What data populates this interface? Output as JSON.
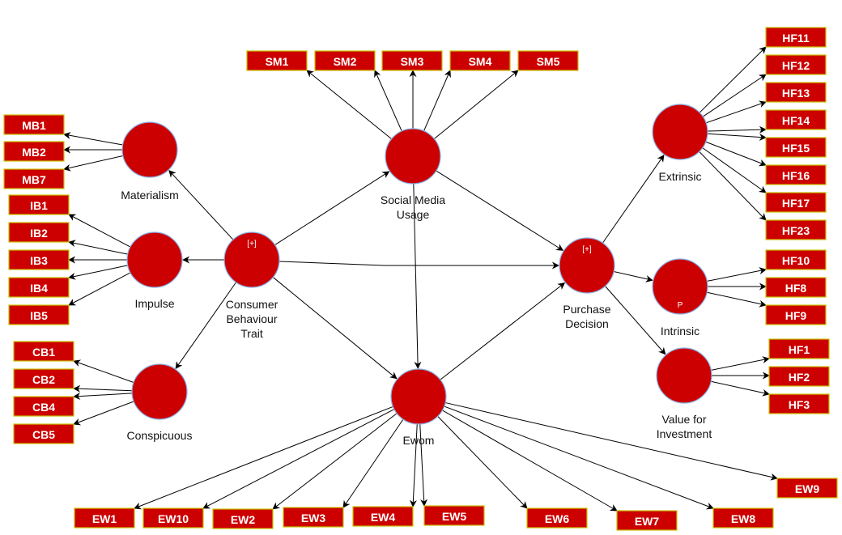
{
  "colors": {
    "node_fill": "#cc0000",
    "node_stroke": "#8ab4e8",
    "indicator_border": "#c8c000",
    "arrow": "#000000"
  },
  "constructs": [
    {
      "id": "materialism",
      "label": [
        "Materialism"
      ],
      "badge": "",
      "indicators": [
        "MB1",
        "MB2",
        "MB7"
      ]
    },
    {
      "id": "impulse",
      "label": [
        "Impulse"
      ],
      "badge": "",
      "indicators": [
        "IB1",
        "IB2",
        "IB3",
        "IB4",
        "IB5"
      ]
    },
    {
      "id": "conspicuous",
      "label": [
        "Conspicuous"
      ],
      "badge": "",
      "indicators": [
        "CB1",
        "CB2",
        "CB4",
        "CB5"
      ]
    },
    {
      "id": "cbt",
      "label": [
        "Consumer",
        "Behaviour",
        "Trait"
      ],
      "badge": "[+]",
      "indicators": []
    },
    {
      "id": "smu",
      "label": [
        "Social Media",
        "Usage"
      ],
      "badge": "",
      "indicators": [
        "SM1",
        "SM2",
        "SM3",
        "SM4",
        "SM5"
      ]
    },
    {
      "id": "ewom",
      "label": [
        "Ewom"
      ],
      "badge": "",
      "indicators": [
        "EW1",
        "EW10",
        "EW2",
        "EW3",
        "EW4",
        "EW5",
        "EW6",
        "EW7",
        "EW8",
        "EW9"
      ]
    },
    {
      "id": "pd",
      "label": [
        "Purchase",
        "Decision"
      ],
      "badge": "[+]",
      "indicators": []
    },
    {
      "id": "extrinsic",
      "label": [
        "Extrinsic"
      ],
      "badge": "",
      "indicators": [
        "HF11",
        "HF12",
        "HF13",
        "HF14",
        "HF15",
        "HF16",
        "HF17",
        "HF23"
      ]
    },
    {
      "id": "intrinsic",
      "label": [
        "Intrinsic"
      ],
      "badge": "P",
      "indicators": [
        "HF10",
        "HF8",
        "HF9"
      ]
    },
    {
      "id": "vfi",
      "label": [
        "Value for",
        "Investment"
      ],
      "badge": "",
      "indicators": [
        "HF1",
        "HF2",
        "HF3"
      ]
    }
  ],
  "paths": [
    [
      "cbt",
      "materialism"
    ],
    [
      "cbt",
      "impulse"
    ],
    [
      "cbt",
      "conspicuous"
    ],
    [
      "cbt",
      "smu"
    ],
    [
      "cbt",
      "pd"
    ],
    [
      "cbt",
      "ewom"
    ],
    [
      "smu",
      "pd"
    ],
    [
      "smu",
      "ewom"
    ],
    [
      "ewom",
      "pd"
    ],
    [
      "pd",
      "extrinsic"
    ],
    [
      "pd",
      "intrinsic"
    ],
    [
      "pd",
      "vfi"
    ]
  ]
}
